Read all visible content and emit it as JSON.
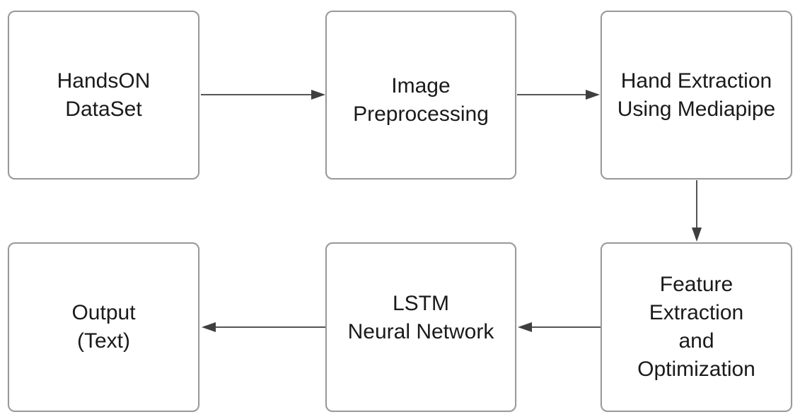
{
  "diagram": {
    "nodes": [
      {
        "id": "handson-dataset",
        "lines": [
          "HandsON",
          "DataSet"
        ]
      },
      {
        "id": "image-preprocessing",
        "lines": [
          "Image",
          "Preprocessing"
        ]
      },
      {
        "id": "hand-extraction",
        "lines": [
          "Hand Extraction",
          "Using Mediapipe"
        ]
      },
      {
        "id": "feature-extraction",
        "lines": [
          "Feature",
          "Extraction",
          "and",
          "Optimization"
        ]
      },
      {
        "id": "lstm-network",
        "lines": [
          "LSTM",
          "Neural Network"
        ]
      },
      {
        "id": "output-text",
        "lines": [
          "Output",
          "(Text)"
        ]
      }
    ],
    "edges": [
      {
        "from": "handson-dataset",
        "to": "image-preprocessing"
      },
      {
        "from": "image-preprocessing",
        "to": "hand-extraction"
      },
      {
        "from": "hand-extraction",
        "to": "feature-extraction"
      },
      {
        "from": "feature-extraction",
        "to": "lstm-network"
      },
      {
        "from": "lstm-network",
        "to": "output-text"
      }
    ],
    "colors": {
      "box_border": "#9a9a9a",
      "arrow": "#555555",
      "arrowhead": "#3f3f3f",
      "text": "#1a1a1a",
      "background": "#ffffff"
    }
  }
}
